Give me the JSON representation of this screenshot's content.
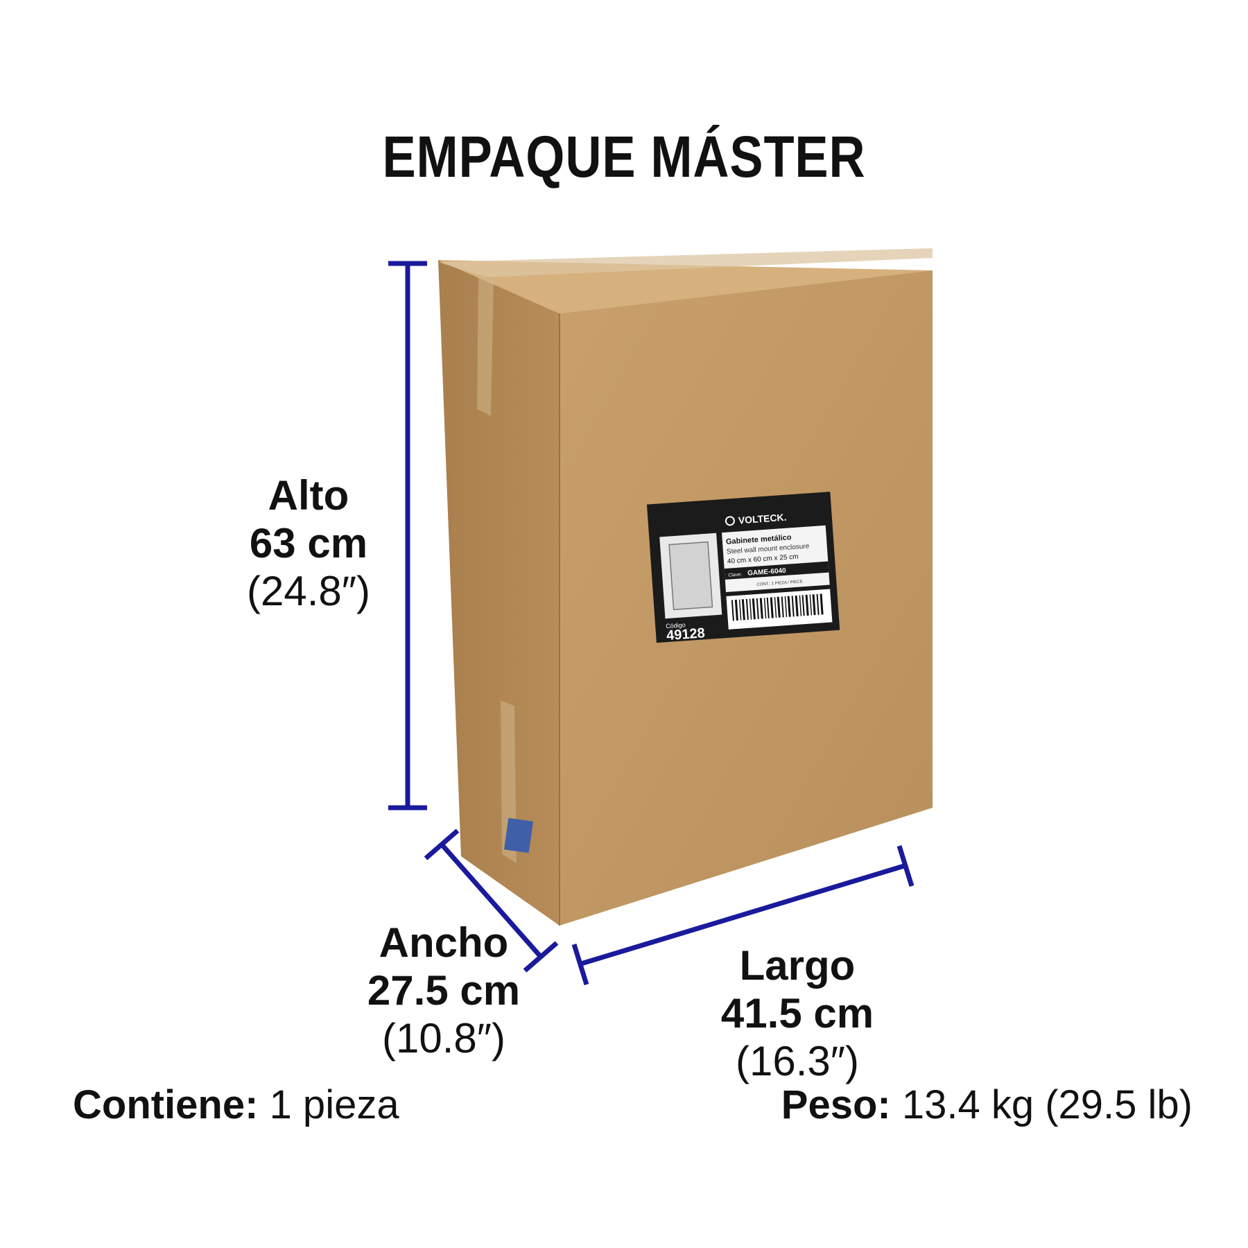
{
  "title": "EMPAQUE MÁSTER",
  "dimensions": {
    "alto": {
      "label": "Alto",
      "metric": "63 cm",
      "imperial": "(24.8″)"
    },
    "ancho": {
      "label": "Ancho",
      "metric": "27.5 cm",
      "imperial": "(10.8″)"
    },
    "largo": {
      "label": "Largo",
      "metric": "41.5 cm",
      "imperial": "(16.3″)"
    }
  },
  "footer": {
    "contains_label": "Contiene:",
    "contains_value": "1 pieza",
    "weight_label": "Peso:",
    "weight_value": "13.4 kg (29.5 lb)"
  },
  "box_label": {
    "brand": "VOLTECK.",
    "product_es": "Gabinete metálico",
    "product_en": "Steel wall mount enclosure",
    "size": "40 cm x 60 cm x 25 cm",
    "clave_label": "Clave:",
    "clave": "GAME-6040",
    "cont": "CONT.: 1 PIEZA / PIECE",
    "codigo_label": "Código",
    "codigo": "49128"
  },
  "colors": {
    "dimension_line": "#1a1a9c",
    "cardboard_front": "#c29a66",
    "cardboard_side": "#b08653",
    "cardboard_top": "#d1ab78"
  }
}
